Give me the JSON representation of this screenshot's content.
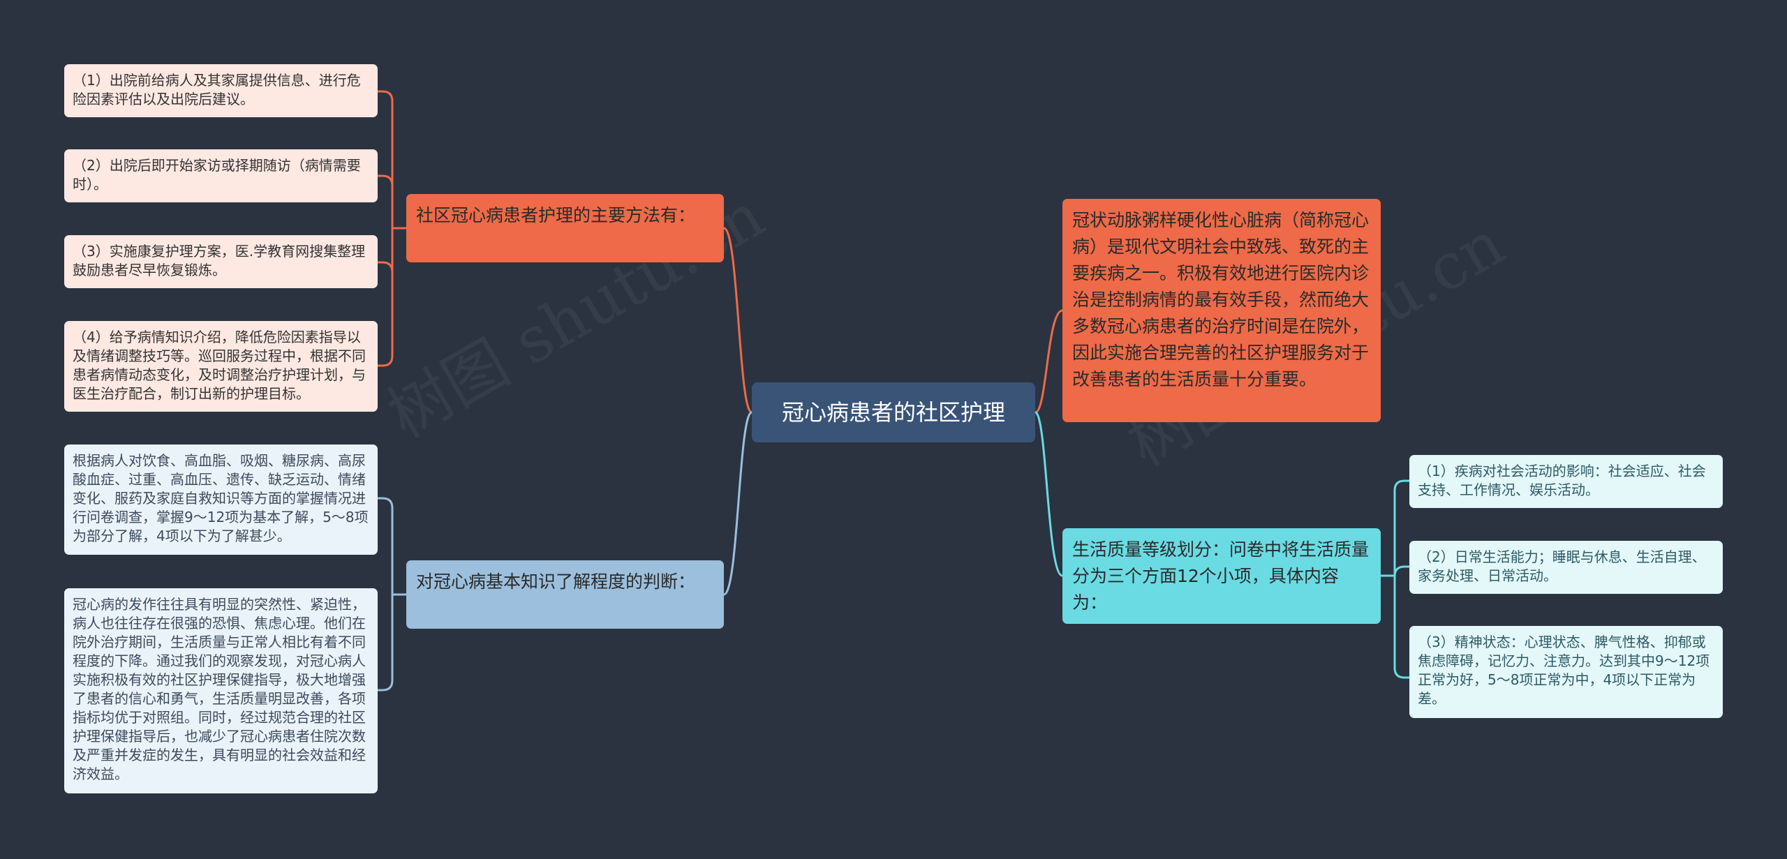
{
  "root": {
    "label": "冠心病患者的社区护理"
  },
  "colors": {
    "background": "#2b3340",
    "root": "#3a5478",
    "orange": "#ee6a48",
    "blue": "#9bbfdc",
    "cyan": "#6adbe3",
    "leaf_pink": "#fde8e2",
    "leaf_blue": "#eaf3fa",
    "leaf_cyan": "#e4f8f9"
  },
  "left": {
    "methods": {
      "label": "社区冠心病患者护理的主要方法有：",
      "items": [
        "（1）出院前给病人及其家属提供信息、进行危险因素评估以及出院后建议。",
        "（2）出院后即开始家访或择期随访（病情需要时）。",
        "（3）实施康复护理方案，医.学教育网搜集整理鼓励患者尽早恢复锻炼。",
        "（4）给予病情知识介绍，降低危险因素指导以及情绪调整技巧等。巡回服务过程中，根据不同患者病情动态变化，及时调整治疗护理计划，与医生治疗配合，制订出新的护理目标。"
      ]
    },
    "knowledge": {
      "label": "对冠心病基本知识了解程度的判断：",
      "items": [
        "根据病人对饮食、高血脂、吸烟、糖尿病、高尿酸血症、过重、高血压、遗传、缺乏运动、情绪变化、服药及家庭自救知识等方面的掌握情况进行问卷调查，掌握9～12项为基本了解，5～8项为部分了解，4项以下为了解甚少。",
        "冠心病的发作往往具有明显的突然性、紧迫性，病人也往往存在很强的恐惧、焦虑心理。他们在院外治疗期间，生活质量与正常人相比有着不同程度的下降。通过我们的观察发现，对冠心病人实施积极有效的社区护理保健指导，极大地增强了患者的信心和勇气，生活质量明显改善，各项指标均优于对照组。同时，经过规范合理的社区护理保健指导后，也减少了冠心病患者住院次数及严重并发症的发生，具有明显的社会效益和经济效益。"
      ]
    }
  },
  "right": {
    "intro": {
      "label": "冠状动脉粥样硬化性心脏病（简称冠心病）是现代文明社会中致残、致死的主要疾病之一。积极有效地进行医院内诊治是控制病情的最有效手段，然而绝大多数冠心病患者的治疗时间是在院外，因此实施合理完善的社区护理服务对于改善患者的生活质量十分重要。"
    },
    "quality": {
      "label": "生活质量等级划分：问卷中将生活质量分为三个方面12个小项，具体内容为：",
      "items": [
        "（1）疾病对社会活动的影响：社会适应、社会支持、工作情况、娱乐活动。",
        "（2）日常生活能力；睡眠与休息、生活自理、家务处理、日常活动。",
        "（3）精神状态：心理状态、脾气性格、抑郁或焦虑障碍，记忆力、注意力。达到其中9～12项正常为好，5～8项正常为中，4项以下正常为差。"
      ]
    }
  }
}
